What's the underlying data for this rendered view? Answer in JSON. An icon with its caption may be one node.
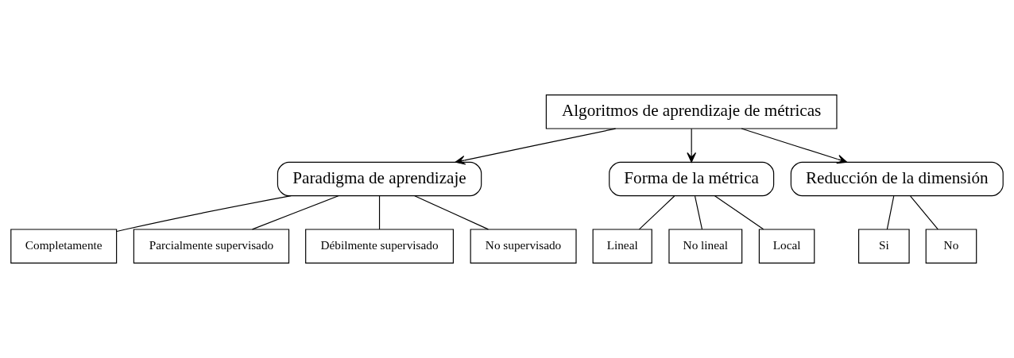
{
  "diagram": {
    "nodes": [
      {
        "text": [
          "Algoritmos de aprendizaje de métricas"
        ]
      },
      {
        "text": [
          "Paradigma de aprendizaje"
        ]
      },
      {
        "text": [
          "Forma de la métrica"
        ]
      },
      {
        "text": [
          "Reducción de la dimensión"
        ]
      },
      {
        "text": [
          "Completamente"
        ]
      },
      {
        "text": [
          "Parcialmente supervisado"
        ]
      },
      {
        "text": [
          "Débilmente supervisado"
        ]
      },
      {
        "text": [
          "No supervisado"
        ]
      },
      {
        "text": [
          "Lineal"
        ]
      },
      {
        "text": [
          "No lineal"
        ]
      },
      {
        "text": [
          "Local"
        ]
      },
      {
        "text": [
          "Si"
        ]
      },
      {
        "text": [
          "No"
        ]
      }
    ],
    "edges": [
      {
        "from": 0,
        "to": 1,
        "arrow": "to"
      },
      {
        "from": 0,
        "to": 2,
        "arrow": "to"
      },
      {
        "from": 0,
        "to": 3,
        "arrow": "to"
      },
      {
        "from": 1,
        "to": 4,
        "arrow": "none"
      },
      {
        "from": 1,
        "to": 5,
        "arrow": "none"
      },
      {
        "from": 1,
        "to": 6,
        "arrow": "none"
      },
      {
        "from": 1,
        "to": 7,
        "arrow": "none"
      },
      {
        "from": 2,
        "to": 8,
        "arrow": "none"
      },
      {
        "from": 2,
        "to": 9,
        "arrow": "none"
      },
      {
        "from": 2,
        "to": 10,
        "arrow": "none"
      },
      {
        "from": 3,
        "to": 11,
        "arrow": "none"
      },
      {
        "from": 3,
        "to": 12,
        "arrow": "none"
      }
    ]
  }
}
